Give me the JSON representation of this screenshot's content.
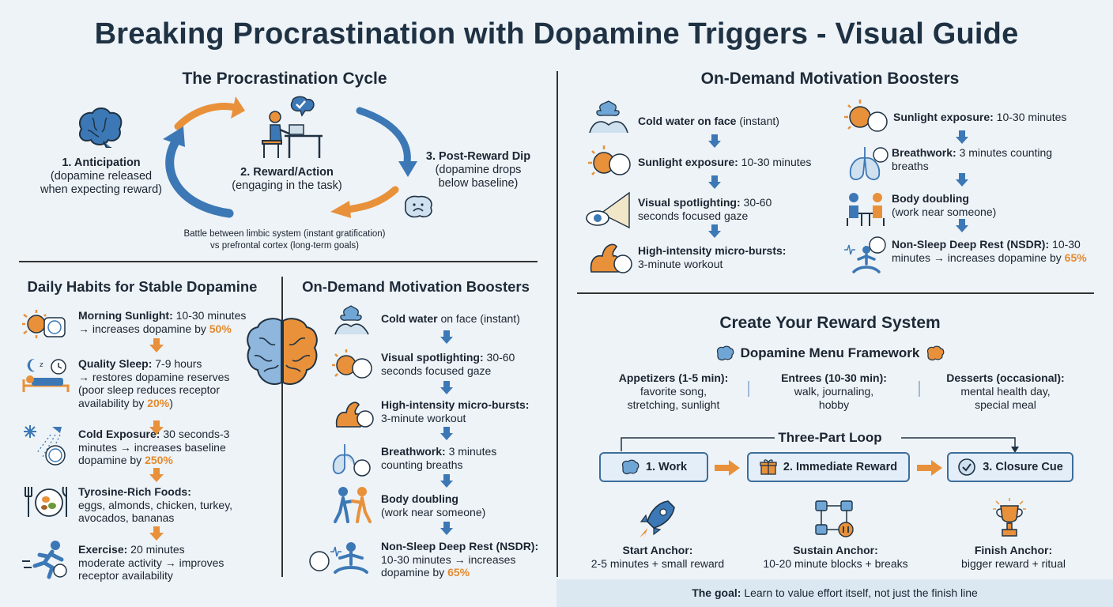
{
  "title": "Breaking Procrastination with Dopamine Triggers - Visual Guide",
  "cycle": {
    "heading": "The Procrastination Cycle",
    "stage1": {
      "title": "1. Anticipation",
      "desc1": "(dopamine released",
      "desc2": "when expecting reward)"
    },
    "stage2": {
      "title": "2. Reward/Action",
      "desc1": "(engaging in the task)"
    },
    "stage3": {
      "title": "3. Post-Reward Dip",
      "desc1": "(dopamine drops",
      "desc2": "below baseline)"
    },
    "note1": "Battle between limbic system (instant gratification)",
    "note2": "vs prefrontal cortex (long-term goals)"
  },
  "habits": {
    "heading": "Daily Habits for Stable Dopamine",
    "items": [
      {
        "bold": "Morning Sunlight:",
        "lines": [
          "10-30 minutes",
          "→ increases dopamine by "
        ],
        "highlight": "50%"
      },
      {
        "bold": "Quality Sleep:",
        "lines": [
          "7-9 hours",
          "→ restores dopamine reserves",
          "(poor sleep reduces receptor",
          "availability by "
        ],
        "highlight": "20%",
        "tail": ")"
      },
      {
        "bold": "Cold Exposure:",
        "lines": [
          "30 seconds-3",
          "minutes → increases baseline",
          "dopamine by "
        ],
        "highlight": "250%"
      },
      {
        "bold": "Tyrosine-Rich Foods:",
        "lines": [
          "",
          "eggs, almonds, chicken, turkey,",
          "avocados, bananas"
        ]
      },
      {
        "bold": "Exercise:",
        "lines": [
          "20 minutes",
          "moderate activity → improves",
          "receptor availability"
        ]
      }
    ]
  },
  "boosters_left": {
    "heading": "On-Demand Motivation Boosters",
    "items": [
      {
        "bold": "Cold water",
        "rest": " on face (instant)"
      },
      {
        "bold": "Visual spotlighting:",
        "rest": " 30-60",
        "line2": "seconds focused gaze"
      },
      {
        "bold": "High-intensity micro-bursts:",
        "rest": "",
        "line2": "3-minute workout"
      },
      {
        "bold": "Breathwork:",
        "rest": " 3 minutes",
        "line2": "counting breaths"
      },
      {
        "bold": "Body doubling",
        "rest": "",
        "line2": "(work near someone)"
      },
      {
        "bold": "Non-Sleep Deep Rest (NSDR):",
        "rest": "",
        "line2": "10-30 minutes → increases",
        "line3": "dopamine by ",
        "highlight": "65%"
      }
    ]
  },
  "boosters_right": {
    "heading": "On-Demand Motivation Boosters",
    "col1": [
      {
        "bold": "Cold water on face",
        "rest": " (instant)"
      },
      {
        "bold": "Sunlight exposure:",
        "rest": " 10-30 minutes"
      },
      {
        "bold": "Visual spotlighting:",
        "rest": " 30-60",
        "line2": "seconds focused gaze"
      },
      {
        "bold": "High-intensity micro-bursts:",
        "rest": "",
        "line2": "3-minute workout"
      }
    ],
    "col2": [
      {
        "bold": "Sunlight exposure:",
        "rest": " 10-30 minutes"
      },
      {
        "bold": "Breathwork:",
        "rest": " 3 minutes counting",
        "line2": "breaths"
      },
      {
        "bold": "Body doubling",
        "rest": "",
        "line2": "(work near someone)"
      },
      {
        "bold": "Non-Sleep Deep Rest (NSDR):",
        "rest": " 10-30",
        "line2": "minutes → increases dopamine by ",
        "highlight": "65%"
      }
    ]
  },
  "reward": {
    "heading": "Create Your Reward System",
    "menu_title": "Dopamine Menu Framework",
    "menu": [
      {
        "title": "Appetizers (1-5 min):",
        "line1": "favorite song,",
        "line2": "stretching, sunlight"
      },
      {
        "title": "Entrees (10-30 min):",
        "line1": "walk, journaling,",
        "line2": "hobby"
      },
      {
        "title": "Desserts (occasional):",
        "line1": "mental health day,",
        "line2": "special meal"
      }
    ],
    "loop_title": "Three-Part Loop",
    "loop": [
      "1. Work",
      "2. Immediate Reward",
      "3. Closure Cue"
    ],
    "anchors": [
      {
        "title": "Start Anchor:",
        "desc": "2-5 minutes + small reward"
      },
      {
        "title": "Sustain Anchor:",
        "desc": "10-20 minute blocks + breaks"
      },
      {
        "title": "Finish Anchor:",
        "desc": "bigger reward + ritual"
      }
    ],
    "goal_bold": "The goal:",
    "goal_rest": " Learn to value effort itself, not just the finish line"
  },
  "colors": {
    "blue": "#3c78b5",
    "orange": "#e8913a",
    "navy": "#1f3244",
    "highlight": "#e38a2e"
  }
}
